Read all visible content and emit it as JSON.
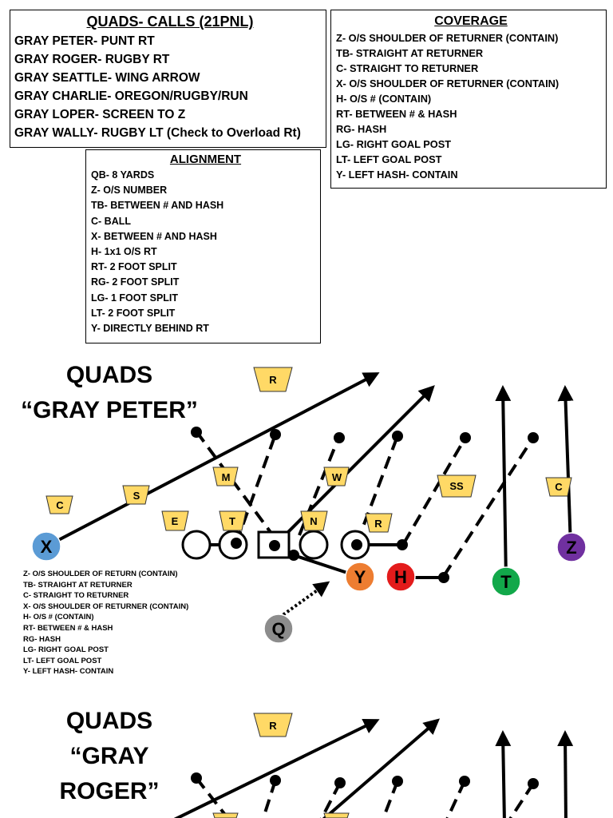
{
  "calls": {
    "heading": "QUADS- CALLS (21PNL)",
    "items": [
      "GRAY PETER- PUNT RT",
      "GRAY ROGER- RUGBY RT",
      "GRAY SEATTLE- WING ARROW",
      "GRAY CHARLIE- OREGON/RUGBY/RUN",
      "GRAY LOPER- SCREEN TO Z",
      "GRAY WALLY- RUGBY LT (Check to Overload Rt)"
    ]
  },
  "coverage": {
    "heading": "COVERAGE",
    "items": [
      "Z- O/S SHOULDER OF RETURNER (CONTAIN)",
      "TB- STRAIGHT AT RETURNER",
      "C- STRAIGHT TO RETURNER",
      "X- O/S SHOULDER OF RETURNER (CONTAIN)",
      "H- O/S # (CONTAIN)",
      "RT- BETWEEN # & HASH",
      "RG- HASH",
      "LG- RIGHT GOAL POST",
      "LT- LEFT GOAL POST",
      "Y- LEFT HASH- CONTAIN"
    ]
  },
  "alignment": {
    "heading": "ALIGNMENT",
    "items": [
      "QB- 8 YARDS",
      "Z- O/S NUMBER",
      "TB- BETWEEN # AND HASH",
      "C- BALL",
      "X- BETWEEN # AND HASH",
      "H- 1x1 O/S RT",
      "RT- 2 FOOT SPLIT",
      "RG- 2 FOOT SPLIT",
      "LG- 1 FOOT SPLIT",
      "LT- 2 FOOT SPLIT",
      "Y- DIRECTLY BEHIND RT"
    ]
  },
  "play1": {
    "title_line1": "QUADS",
    "title_line2": "“GRAY PETER”",
    "defenders": {
      "r": "R",
      "m": "M",
      "w": "W",
      "c": "C",
      "s": "S",
      "ss": "SS",
      "e": "E",
      "t": "T",
      "n": "N"
    },
    "players": {
      "x": "X",
      "y": "Y",
      "h": "H",
      "t": "T",
      "z": "Z",
      "q": "Q"
    },
    "notes": [
      "Z- O/S SHOULDER OF RETURN (CONTAIN)",
      "TB- STRAIGHT AT RETURNER",
      "C- STRAIGHT TO RETURNER",
      "X- O/S SHOULDER OF RETURNER (CONTAIN)",
      "H- O/S # (CONTAIN)",
      "RT- BETWEEN # & HASH",
      "RG- HASH",
      "LG- RIGHT GOAL POST",
      "LT- LEFT GOAL POST",
      "Y- LEFT HASH- CONTAIN"
    ]
  },
  "play2": {
    "title_line1": "QUADS",
    "title_line2": "“GRAY ROGER”",
    "defenders": {
      "r": "R"
    }
  },
  "colors": {
    "defender_fill": "#FFD966",
    "x_player": "#5B9BD5",
    "y_player": "#ED7D31",
    "h_player": "#E31B1B",
    "t_player": "#12A84A",
    "z_player": "#7030A0",
    "q_player": "#8C8C8C"
  }
}
